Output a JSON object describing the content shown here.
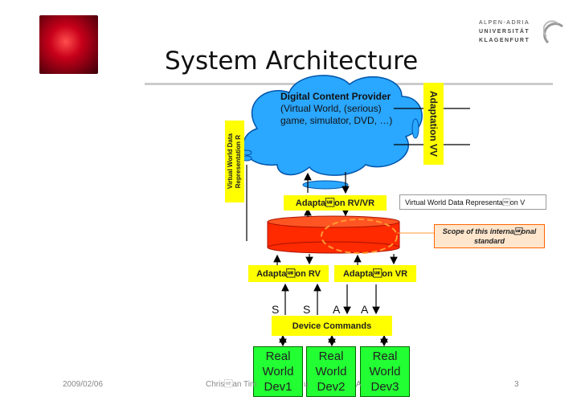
{
  "slide": {
    "title": "System Architecture",
    "logo_lines": [
      "ALPEN-ADRIA",
      "UNIVERSITÄT",
      "KLAGENFURT"
    ],
    "footer_date": "2009/02/06",
    "footer_author": "Chris\u001fan Tim",
    "footer_fragment_1": "u",
    "footer_fragment_2": "A",
    "page_number": "3"
  },
  "diagram": {
    "cloud": {
      "title": "Digital Content Provider",
      "subtitle": "(Virtual World, (serious) game, simulator, DVD, …)"
    },
    "adaptation_vv": "Adaptation VV",
    "vwdr_r_line1": "Virtual World Data",
    "vwdr_r_line2": "Representation R",
    "adaptation_rv_vr": "Adapta\u001fon RV/VR",
    "vwdr_v": "Virtual World Data Representa\u001fon V",
    "scope_note": "Scope of this interna\u001fonal standard",
    "adaptation_rv": "Adapta\u001fon RV",
    "adaptation_vr": "Adapta\u001fon VR",
    "signal_labels": [
      "S",
      "S",
      "A",
      "A"
    ],
    "device_commands": "Device Commands",
    "devices": [
      {
        "line1": "Real",
        "line2": "World",
        "line3": "Dev1"
      },
      {
        "line1": "Real",
        "line2": "World",
        "line3": "Dev2"
      },
      {
        "line1": "Real",
        "line2": "World",
        "line3": "Dev3"
      }
    ],
    "colors": {
      "adaptation": "#ffff00",
      "devices": "#22ff33",
      "cloud": "#2aa7ff",
      "database": "#ff2a00",
      "scope_ring": "#ff9933"
    }
  }
}
